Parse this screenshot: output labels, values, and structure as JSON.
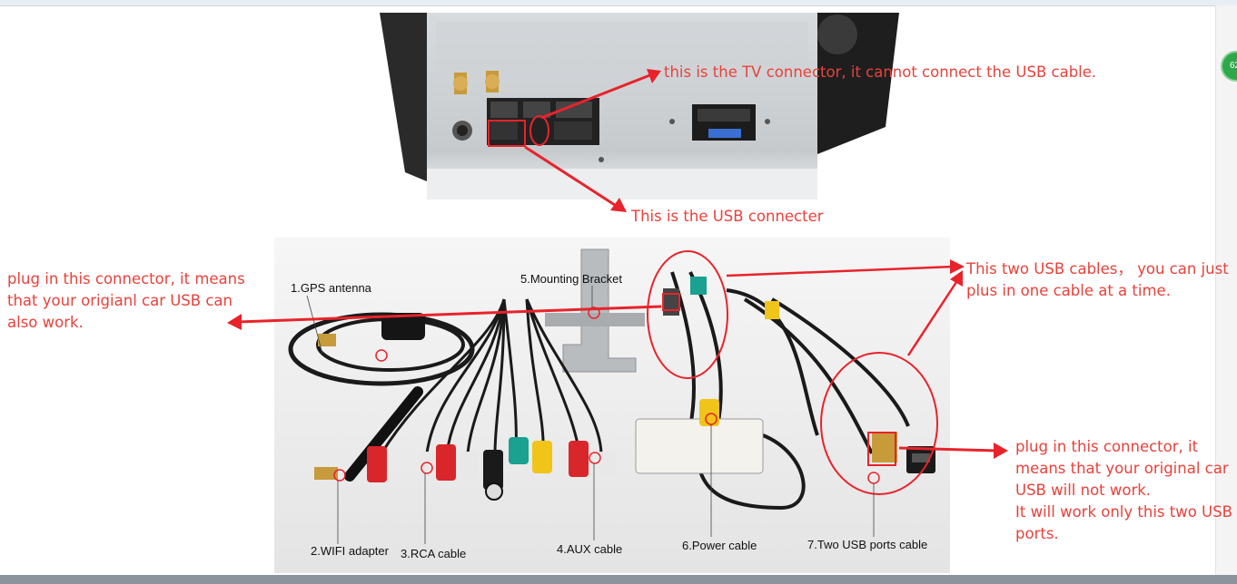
{
  "annotations": {
    "tv_connector": "this is the TV connector, it cannot connect the  USB cable.",
    "usb_connecter": "This is the USB connecter",
    "plug_left": "plug in this connector, it means\nthat your origianl car USB can\nalso work.",
    "two_usb_cables": "This two USB cables， you can just\nplus in one cable at a time.",
    "plug_right": "plug in this connector, it\nmeans that your original car\nUSB will not work.\nIt will work only this two USB\n ports."
  },
  "parts": {
    "gps": "1.GPS antenna",
    "wifi": "2.WIFI adapter",
    "rca": "3.RCA cable",
    "aux": "4.AUX cable",
    "bracket": "5.Mounting Bracket",
    "power": "6.Power cable",
    "usb_ports": "7.Two USB ports cable"
  },
  "badge": "62",
  "colors": {
    "annotation_red": "#e8423b"
  }
}
